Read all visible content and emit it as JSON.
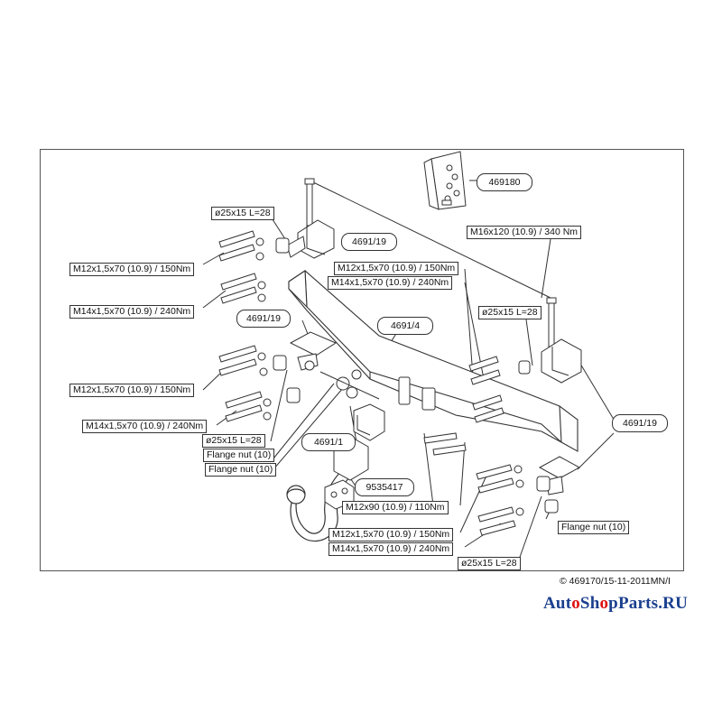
{
  "kit_code": "469180",
  "part_numbers": {
    "bracket": "4691/19",
    "crossbar": "4691/4",
    "towball": "4691/1",
    "socket_plate": "9535417"
  },
  "labels": {
    "spacer_top": "ø25x15 L=28",
    "spacer_right": "ø25x15 L=28",
    "spacer_left": "ø25x15 L=28",
    "spacer_bottom": "ø25x15 L=28",
    "bolt_m16": "M16x120 (10.9) / 340 Nm",
    "bolt_m12_top_left": "M12x1,5x70 (10.9) / 150Nm",
    "bolt_m14_top_left": "M14x1,5x70 (10.9) / 240Nm",
    "bolt_m12_center": "M12x1,5x70 (10.9) / 150Nm",
    "bolt_m14_center": "M14x1,5x70 (10.9) / 240Nm",
    "bolt_m12_mid_left": "M12x1,5x70 (10.9) / 150Nm",
    "bolt_m14_mid_left": "M14x1,5x70 (10.9) / 240Nm",
    "flange_nut_1": "Flange nut (10)",
    "flange_nut_2": "Flange nut (10)",
    "flange_nut_right": "Flange nut (10)",
    "bolt_m12x90": "M12x90 (10.9) / 110Nm",
    "bolt_m12_bottom": "M12x1,5x70 (10.9) / 150Nm",
    "bolt_m14_bottom": "M14x1,5x70 (10.9) / 240Nm"
  },
  "copyright": "© 469170/15-11-2011MN/I",
  "watermark": {
    "part1": "Aut",
    "part2": "Sh",
    "part3": "pParts.RU"
  },
  "colors": {
    "line": "#333333",
    "watermark_blue": "#1b3f8f",
    "watermark_red": "#dd1111"
  }
}
